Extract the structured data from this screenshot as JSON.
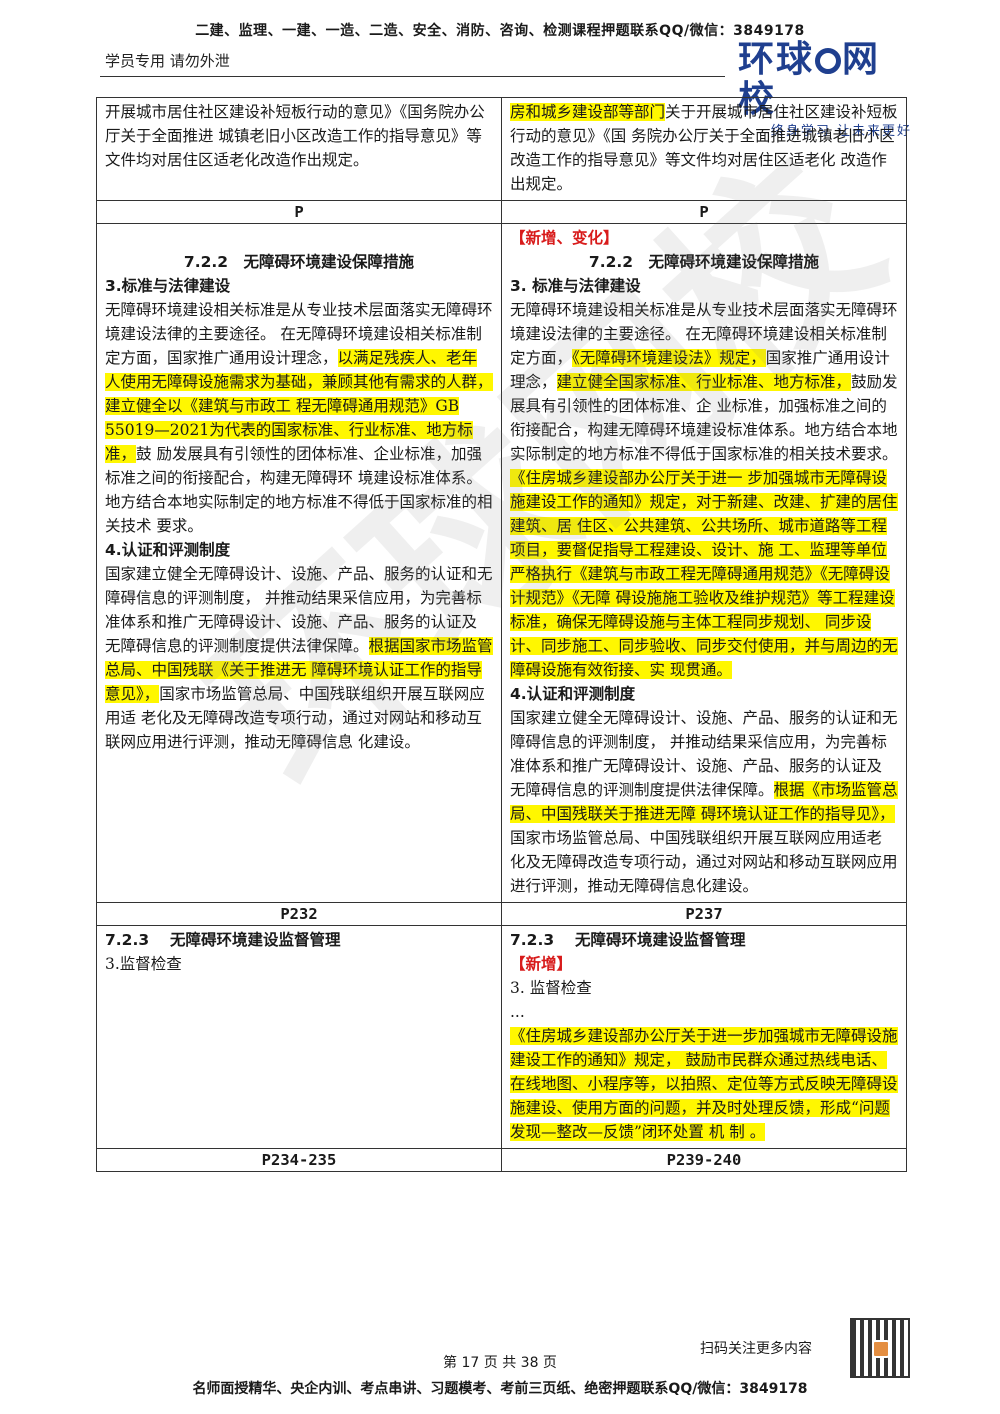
{
  "header": {
    "banner": "二建、监理、一建、一造、二造、安全、消防、咨询、检测课程押题联系QQ/微信：3849178",
    "student_note": "学员专用 请勿外泄",
    "logo_main_left": "环球",
    "logo_main_right": "网校",
    "logo_slogan": "终身学习 让未来更好"
  },
  "rows": {
    "r1": {
      "left": "开展城市居住社区建设补短板行动的意见》《国务院办公厅关于全面推进 城镇老旧小区改造工作的指导意见》等文件均对居住区适老化改造作出规定。",
      "right_hl": "房和城乡建设部等部门",
      "right": "关于开展城市居住社区建设补短板行动的意见》《国 务院办公厅关于全面推进城镇老旧小区改造工作的指导意见》等文件均对居住区适老化 改造作出规定。"
    },
    "p1": {
      "left": "P",
      "right": "P"
    },
    "r2": {
      "right_tag": "【新增、变化】",
      "heading": "7.2.2　无障碍环境建设保障措施",
      "left_sub1": "3.标准与法律建设",
      "right_sub1": "3. 标准与法律建设",
      "left_p1_a": "无障碍环境建设相关标准是从专业技术层面落实无障碍环境建设法律的主要途径。 在无障碍环境建设相关标准制定方面，国家推广通用设计理念，",
      "left_p1_hl": "以满足残疾人、老年 人使用无障碍设施需求为基础，兼顾其他有需求的人群，建立健全以《建筑与市政工 程无障碍通用规范》GB 55019—2021为代表的国家标准、行业标准、地方标准，",
      "left_p1_b": "鼓 励发展具有引领性的团体标准、企业标准，加强标准之间的衔接配合，构建无障碍环 境建设标准体系。地方结合本地实际制定的地方标准不得低于国家标准的相关技术 要求。",
      "right_p1_a": "无障碍环境建设相关标准是从专业技术层面落实无障碍环境建设法律的主要途径。 在无障碍环境建设相关标准制定方面，",
      "right_p1_hl1": "《无障碍环境建设法》规定，",
      "right_p1_b": "国家推广通用设计 理念，",
      "right_p1_hl2": "建立健全国家标准、行业标准、地方标准，",
      "right_p1_c": "鼓励发展具有引领性的团体标准、企 业标准，加强标准之间的衔接配合，构建无障碍环境建设标准体系。地方结合本地实际制定的地方标准不得低于国家标准的相关技术要求。",
      "right_p1_hl3": "《住房城乡建设部办公厅关于进一 步加强城市无障碍设施建设工作的通知》规定，对于新建、改建、扩建的居住建筑、居 住区、公共建筑、公共场所、城市道路等工程项目，要督促指导工程建设、设计、施 工、监理等单位严格执行《建筑与市政工程无障碍通用规范》《无障碍设计规范》《无障 碍设施施工验收及维护规范》等工程建设标准，确保无障碍设施与主体工程同步规划、 同步设计、同步施工、同步验收、同步交付使用，并与周边的无障碍设施有效衔接、实 现贯通。",
      "sub2": "4.认证和评测制度",
      "left_p2_a": "国家建立健全无障碍设计、设施、产品、服务的认证和无障碍信息的评测制度， 并推动结果采信应用，为完善标准体系和推广无障碍设计、设施、产品、服务的认证及 无障碍信息的评测制度提供法律保障。",
      "left_p2_hl": "根据国家市场监管总局、中国残联《关于推进无 障碍环境认证工作的指导意见》，",
      "left_p2_b": "国家市场监管总局、中国残联组织开展互联网应用适 老化及无障碍改造专项行动，通过对网站和移动互联网应用进行评测，推动无障碍信息 化建设。",
      "right_p2_a": "国家建立健全无障碍设计、设施、产品、服务的认证和无障碍信息的评测制度， 并推动结果采信应用，为完善标准体系和推广无障碍设计、设施、产品、服务的认证及 无障碍信息的评测制度提供法律保障。",
      "right_p2_hl": "根据《市场监管总局、中国残联关于推进无障 碍环境认证工作的指导见》，",
      "right_p2_b": "国家市场监管总局、中国残联组织开展互联网应用适老 化及无障碍改造专项行动，通过对网站和移动互联网应用进行评测，推动无障碍信息化建设。"
    },
    "p2": {
      "left": "P232",
      "right": "P237"
    },
    "r3": {
      "heading": "7.2.3　 无障碍环境建设监督管理",
      "left_sub": "3.监督检查",
      "right_tag": "【新增】",
      "right_sub": "3. 监督检查",
      "right_ellipsis": "...",
      "right_hl": "《住房城乡建设部办公厅关于进一步加强城市无障碍设施建设工作的通知》规定， 鼓励市民群众通过热线电话、在线地图、小程序等，以拍照、定位等方式反映无障碍设 施建设、使用方面的问题，并及时处理反馈，形成“问题发现—整改—反馈”闭环处置 机 制 。"
    },
    "p3": {
      "left": "P234-235",
      "right": "P239-240"
    }
  },
  "watermark": "环球网校",
  "footer": {
    "qr_caption": "扫码关注更多内容",
    "page_number": "第 17 页 共 38 页",
    "banner": "名师面授精华、央企内训、考点串讲、习题模考、考前三页纸、绝密押题联系QQ/微信：3849178"
  }
}
